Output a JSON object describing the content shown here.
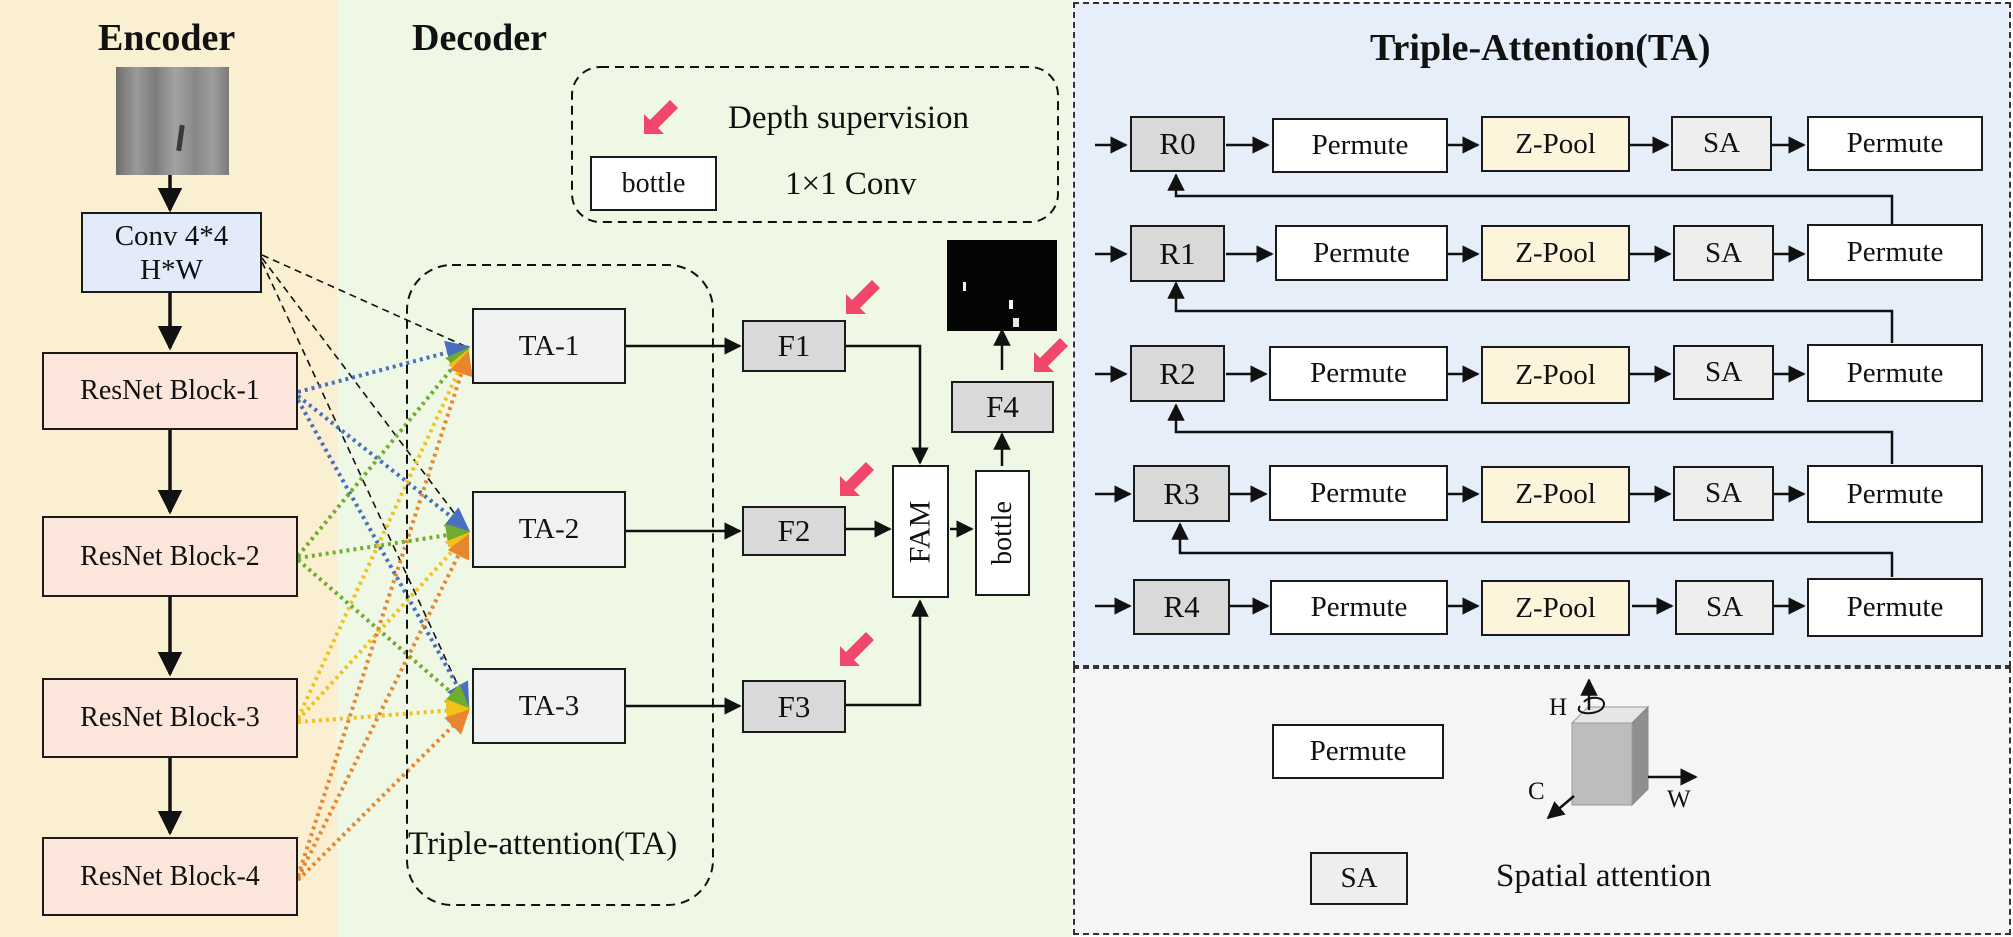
{
  "colors": {
    "encoder_bg": "#FBEFD2",
    "decoder_bg": "#EEF8E4",
    "ta_bg": "#E6EEF9",
    "legend_bg": "#F4F5F5",
    "block_pink": "#FCE6DB",
    "block_blue": "#E3EBFB",
    "gray_box": "#D9D9D9",
    "ta_box": "#F0F2F1",
    "zpool": "#FDF4DC",
    "sa": "#EEEEEE",
    "arrow_red": "#F0476B",
    "line_blue": "#4A6FBF",
    "line_green": "#6FAD2E",
    "line_yellow": "#F2C21A",
    "line_orange": "#E8862D"
  },
  "encoder": {
    "title": "Encoder",
    "conv_line1": "Conv 4*4",
    "conv_line2": "H*W",
    "blocks": [
      "ResNet Block-1",
      "ResNet Block-2",
      "ResNet Block-3",
      "ResNet Block-4"
    ]
  },
  "decoder": {
    "title": "Decoder",
    "legend_depth": "Depth supervision",
    "legend_bottle_box": "bottle",
    "legend_bottle_text": "1×1 Conv",
    "ta_group_label": "Triple-attention(TA)",
    "ta_boxes": [
      "TA-1",
      "TA-2",
      "TA-3"
    ],
    "f_boxes": [
      "F1",
      "F2",
      "F3"
    ],
    "fam": "FAM",
    "bottle": "bottle",
    "f4": "F4"
  },
  "triple_attention": {
    "title": "Triple-Attention(TA)",
    "rows": [
      {
        "r": "R0",
        "permute1": "Permute",
        "zpool": "Z-Pool",
        "sa": "SA",
        "permute2": "Permute"
      },
      {
        "r": "R1",
        "permute1": "Permute",
        "zpool": "Z-Pool",
        "sa": "SA",
        "permute2": "Permute"
      },
      {
        "r": "R2",
        "permute1": "Permute",
        "zpool": "Z-Pool",
        "sa": "SA",
        "permute2": "Permute"
      },
      {
        "r": "R3",
        "permute1": "Permute",
        "zpool": "Z-Pool",
        "sa": "SA",
        "permute2": "Permute"
      },
      {
        "r": "R4",
        "permute1": "Permute",
        "zpool": "Z-Pool",
        "sa": "SA",
        "permute2": "Permute"
      }
    ]
  },
  "legend": {
    "permute_box": "Permute",
    "axis_h": "H",
    "axis_w": "W",
    "axis_c": "C",
    "sa_box": "SA",
    "sa_text": "Spatial attention"
  }
}
